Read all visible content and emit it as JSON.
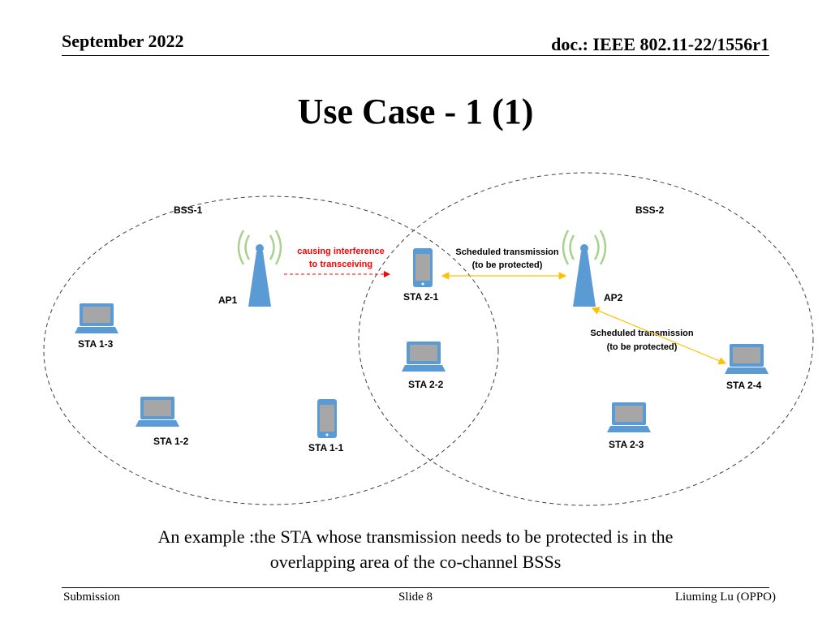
{
  "header": {
    "date": "September 2022",
    "doc": "doc.: IEEE 802.11-22/1556r1"
  },
  "title": "Use Case - 1 (1)",
  "diagram": {
    "bss": [
      {
        "label": "BSS-1"
      },
      {
        "label": "BSS-2"
      }
    ],
    "aps": [
      {
        "label": "AP1"
      },
      {
        "label": "AP2"
      }
    ],
    "stations": {
      "sta_1_1": "STA 1-1",
      "sta_1_2": "STA 1-2",
      "sta_1_3": "STA 1-3",
      "sta_2_1": "STA 2-1",
      "sta_2_2": "STA 2-2",
      "sta_2_3": "STA 2-3",
      "sta_2_4": "STA 2-4"
    },
    "annotations": {
      "interference_line1": "causing interference",
      "interference_line2": "to transceiving",
      "sched1_line1": "Scheduled transmission",
      "sched1_line2": "(to be protected)",
      "sched2_line1": "Scheduled transmission",
      "sched2_line2": "(to be protected)"
    },
    "colors": {
      "device": "#5b9bd5",
      "screen": "#a6a6a6",
      "wave": "#a9d18e",
      "interference": "#ff0000",
      "scheduled": "#ffc000",
      "ellipse": "#404040"
    }
  },
  "caption": {
    "line1": "An example :the STA whose transmission needs to be protected is in the",
    "line2": "overlapping area of the co-channel BSSs"
  },
  "footer": {
    "left": "Submission",
    "center": "Slide 8",
    "right": "Liuming Lu (OPPO)"
  }
}
